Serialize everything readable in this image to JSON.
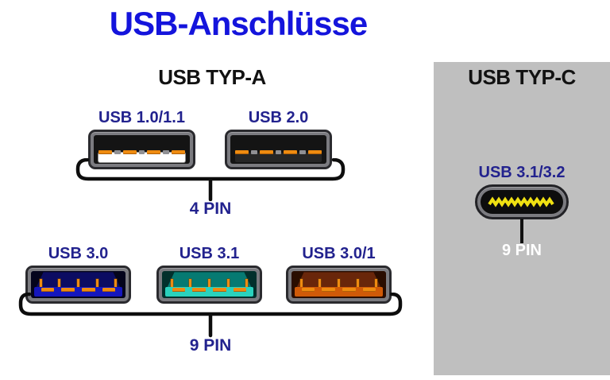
{
  "title": "USB-Anschlüsse",
  "type_a": {
    "heading": "USB TYP-A",
    "row1": {
      "connectors": [
        {
          "label": "USB 1.0/1.1",
          "variant": "white-tongue-4pin"
        },
        {
          "label": "USB 2.0",
          "variant": "black-tongue-4pin"
        }
      ],
      "pin_label": "4 PIN"
    },
    "row2": {
      "connectors": [
        {
          "label": "USB 3.0",
          "variant": "blue-tongue-9pin",
          "color": "#1516bd"
        },
        {
          "label": "USB 3.1",
          "variant": "teal-tongue-9pin",
          "color": "#2ad2bd"
        },
        {
          "label": "USB 3.0/1",
          "variant": "orange-tongue-9pin",
          "color": "#d05a08"
        }
      ],
      "pin_label": "9 PIN"
    }
  },
  "type_c": {
    "heading": "USB TYP-C",
    "connector_label": "USB 3.1/3.2",
    "pin_label": "9 PIN"
  },
  "colors": {
    "title_blue": "#1414dc",
    "label_navy": "#22228e",
    "panel_gray": "#bfbfbf",
    "shell_gray": "#7b7b80",
    "pin_orange": "#ef8b10",
    "usbc_yellow": "#f0e112",
    "bracket_black": "#0d0d0d",
    "usbc_pin_label": "#ffffff"
  }
}
